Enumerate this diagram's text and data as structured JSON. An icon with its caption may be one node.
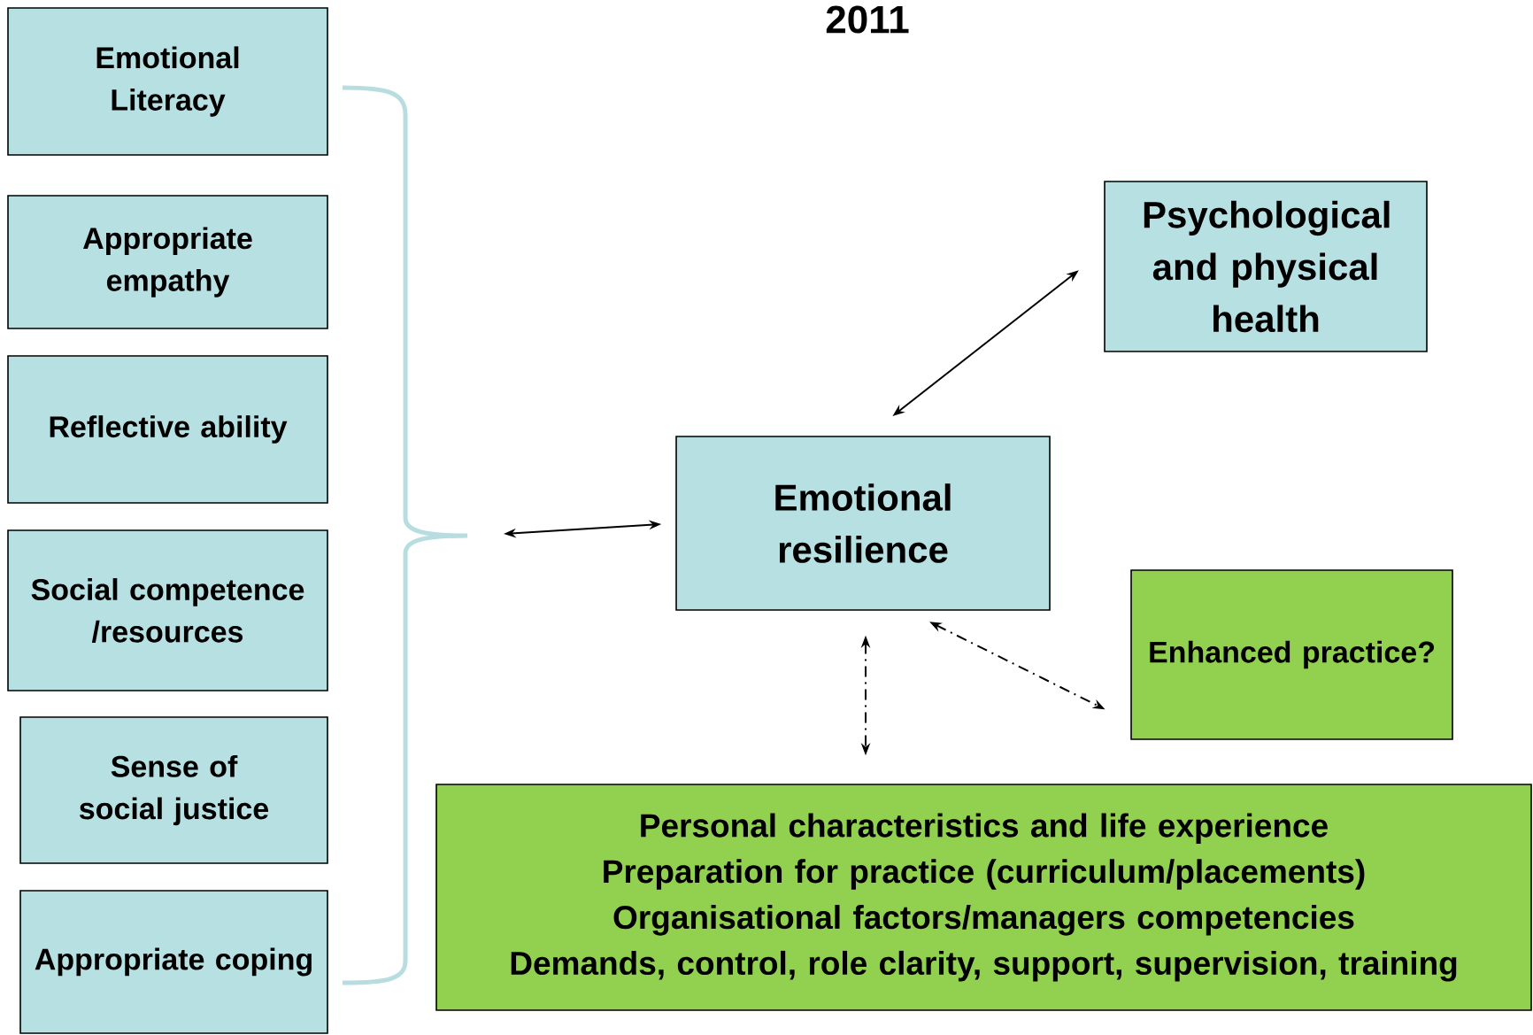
{
  "diagram": {
    "title": "2011",
    "nodes": [
      {
        "text": [
          "Emotional Literacy"
        ]
      },
      {
        "text": [
          "Appropriate empathy"
        ]
      },
      {
        "text": [
          "Reflective ability"
        ]
      },
      {
        "text": [
          "Social competence /resources"
        ]
      },
      {
        "text": [
          "Sense of social justice"
        ]
      },
      {
        "text": [
          "Appropriate coping"
        ]
      },
      {
        "text": [
          "Psychological and physical health"
        ]
      },
      {
        "text": [
          "Emotional resilience"
        ]
      },
      {
        "text": [
          "Enhanced practice?"
        ]
      },
      {
        "text": [
          "Personal characteristics and life experience",
          "Preparation for practice (curriculum/placements)",
          "Organisational factors/managers competencies",
          "Demands, control, role clarity, support, supervision, training"
        ]
      }
    ],
    "edges": [
      {
        "from": null,
        "to": 7,
        "arrow": "both"
      },
      {
        "from": 7,
        "to": 6,
        "arrow": "both"
      },
      {
        "from": 7,
        "to": 9,
        "arrow": "both",
        "style": "dashed"
      },
      {
        "from": 7,
        "to": 8,
        "arrow": "both",
        "style": "dashed"
      }
    ]
  }
}
